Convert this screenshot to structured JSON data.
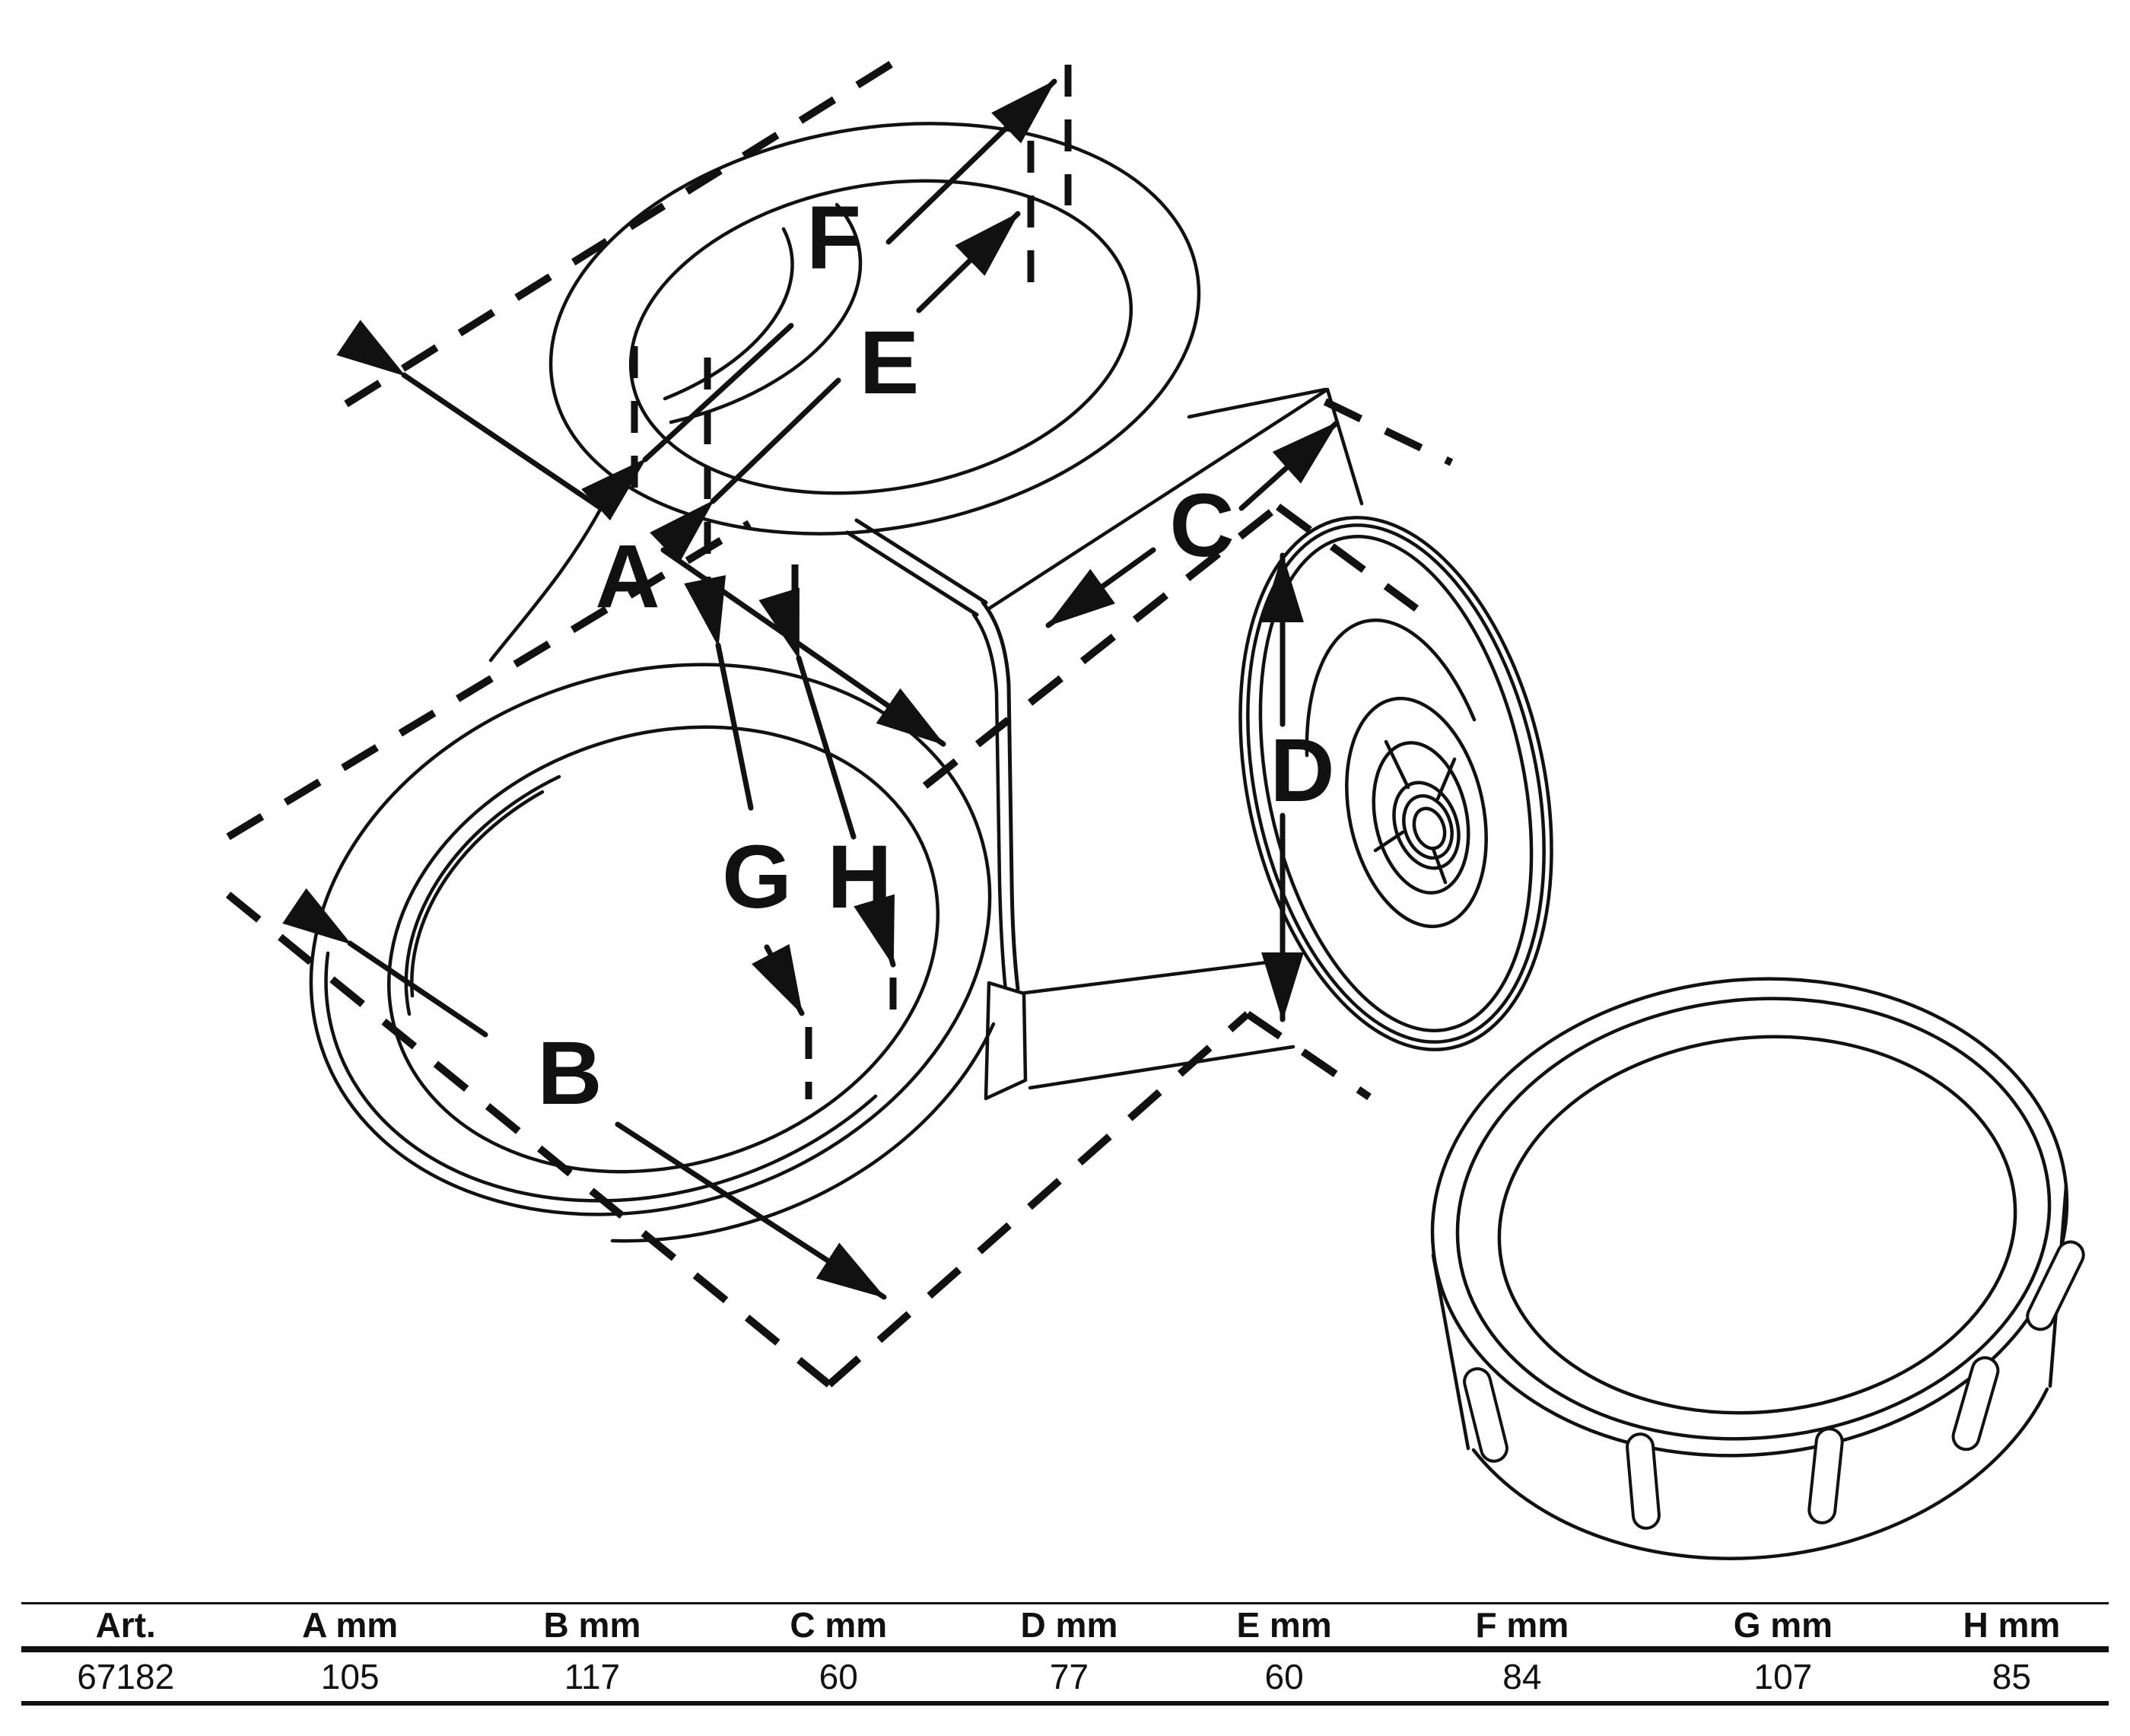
{
  "page": {
    "background": "#ffffff",
    "ink": "#111111"
  },
  "diagram": {
    "labels": [
      {
        "text": "A"
      },
      {
        "text": "B"
      },
      {
        "text": "C"
      },
      {
        "text": "D"
      },
      {
        "text": "E"
      },
      {
        "text": "F"
      },
      {
        "text": "G"
      },
      {
        "text": "H"
      }
    ]
  },
  "table": {
    "headers": [
      "Art.",
      "A  mm",
      "B  mm",
      "C  mm",
      "D  mm",
      "E  mm",
      "F  mm",
      "G  mm",
      "H  mm"
    ],
    "row": [
      "67182",
      "105",
      "117",
      "60",
      "77",
      "60",
      "84",
      "107",
      "85"
    ]
  }
}
